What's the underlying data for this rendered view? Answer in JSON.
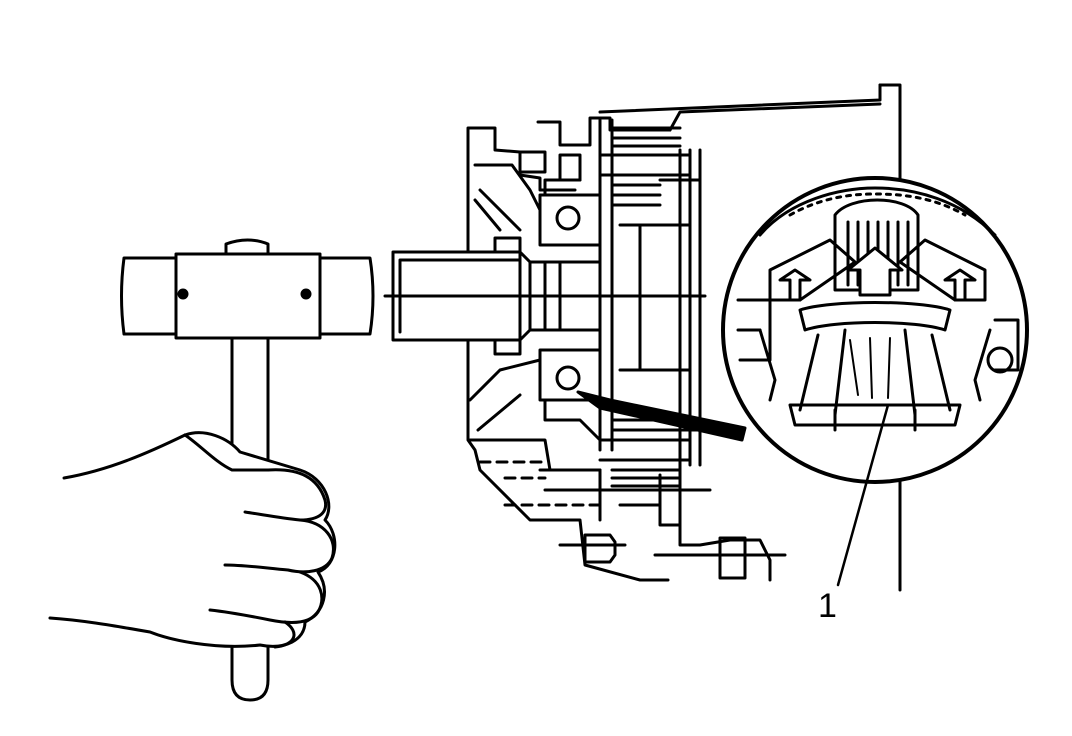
{
  "figure": {
    "line_color": "#000000",
    "background_color": "#ffffff",
    "components": [
      "hammer",
      "hand",
      "transmission-housing",
      "output-shaft",
      "bearing",
      "detail-magnifier"
    ],
    "callouts": [
      {
        "label": "1"
      }
    ]
  }
}
